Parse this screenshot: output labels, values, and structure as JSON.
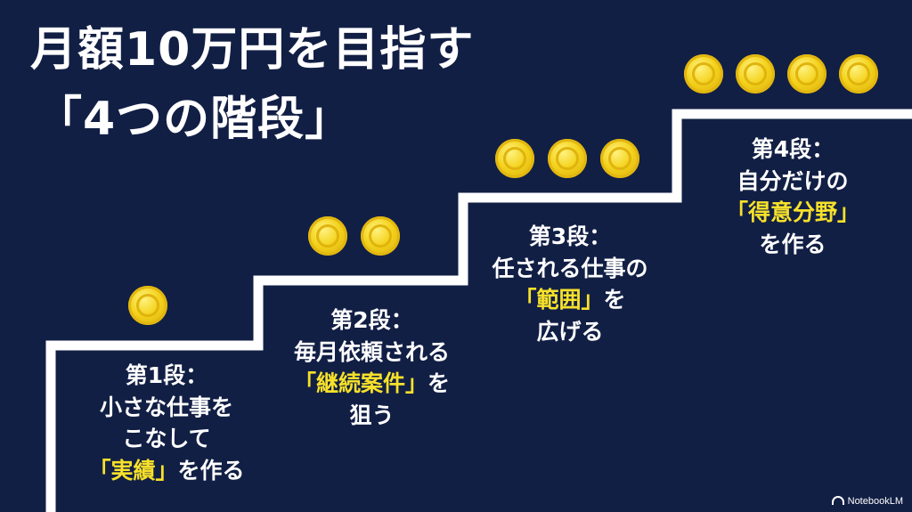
{
  "title": {
    "line1": "月額10万円を目指す",
    "line2": "「4つの階段」"
  },
  "steps": [
    {
      "heading": "第1段：",
      "lines": [
        "小さな仕事を",
        "こなして"
      ],
      "highlight": "「実績」",
      "after": "を作る",
      "coins": 1
    },
    {
      "heading": "第2段：",
      "lines": [
        "毎月依頼される"
      ],
      "highlight": "「継続案件」",
      "after": "を",
      "last": "狙う",
      "coins": 2
    },
    {
      "heading": "第3段：",
      "lines": [
        "任される仕事の"
      ],
      "highlight": "「範囲」",
      "after": "を",
      "last": "広げる",
      "coins": 3
    },
    {
      "heading": "第4段：",
      "lines": [
        "自分だけの"
      ],
      "highlight": "「得意分野」",
      "after": "",
      "last": "を作る",
      "coins": 4
    }
  ],
  "colors": {
    "background": "#121f45",
    "text": "#ffffff",
    "highlight": "#f7e12a",
    "coin": "#f4d21c",
    "stairs": "#ffffff"
  },
  "icons": [
    "coin-icon",
    "notebooklm-icon"
  ],
  "watermark": "NotebookLM"
}
